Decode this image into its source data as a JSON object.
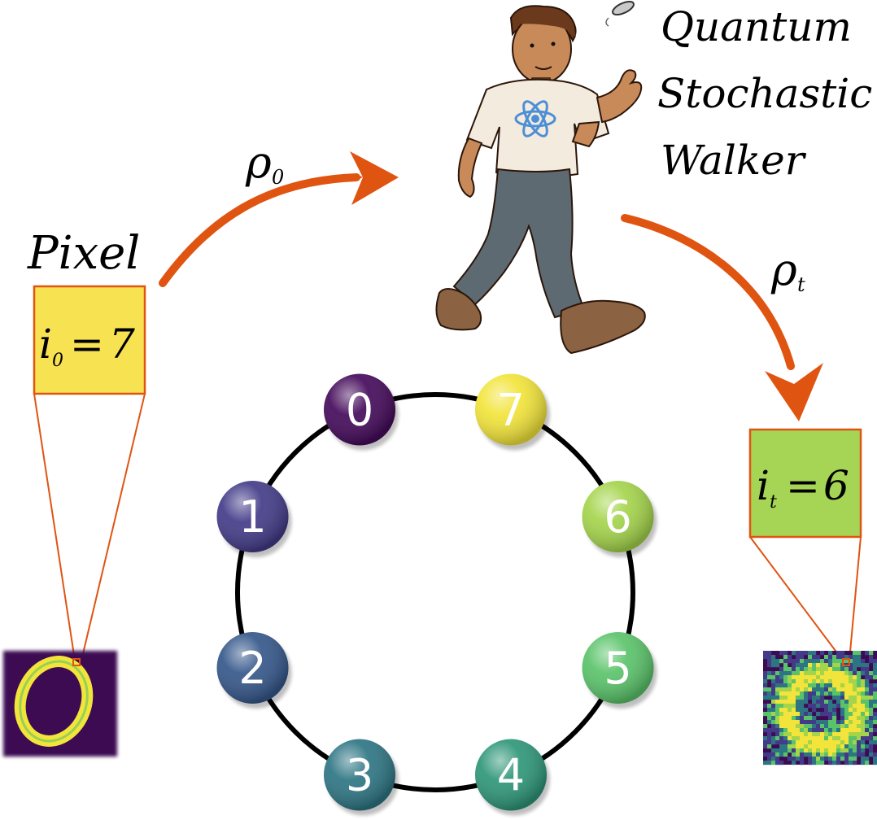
{
  "diagram": {
    "title_lines": [
      "Quantum",
      "Stochastic",
      "Walker"
    ],
    "pixel_label": "Pixel",
    "rho_0": {
      "symbol": "ρ",
      "sub": "0"
    },
    "rho_t": {
      "symbol": "ρ",
      "sub": "t"
    },
    "initial_box": {
      "var": "i",
      "sub": "0",
      "eq": "=",
      "value": "7",
      "fill": "#f7e251"
    },
    "final_box": {
      "var": "i",
      "sub": "t",
      "eq": "=",
      "value": "6",
      "fill": "#a6d555"
    },
    "nodes": [
      {
        "label": "0",
        "color": "#440a5a"
      },
      {
        "label": "1",
        "color": "#433b88"
      },
      {
        "label": "2",
        "color": "#35578a"
      },
      {
        "label": "3",
        "color": "#2d7583"
      },
      {
        "label": "4",
        "color": "#2e9678"
      },
      {
        "label": "5",
        "color": "#5ac36a"
      },
      {
        "label": "6",
        "color": "#a4d44b"
      },
      {
        "label": "7",
        "color": "#f2e43a"
      }
    ],
    "colors": {
      "arrow": "#e05412",
      "ring": "#000000",
      "box_border": "#e05412",
      "digit_bg": "#3d0b52",
      "digit_stroke": "#f2e43a"
    },
    "icons": [
      "walker-figure-icon",
      "atom-icon",
      "coin-icon"
    ]
  }
}
